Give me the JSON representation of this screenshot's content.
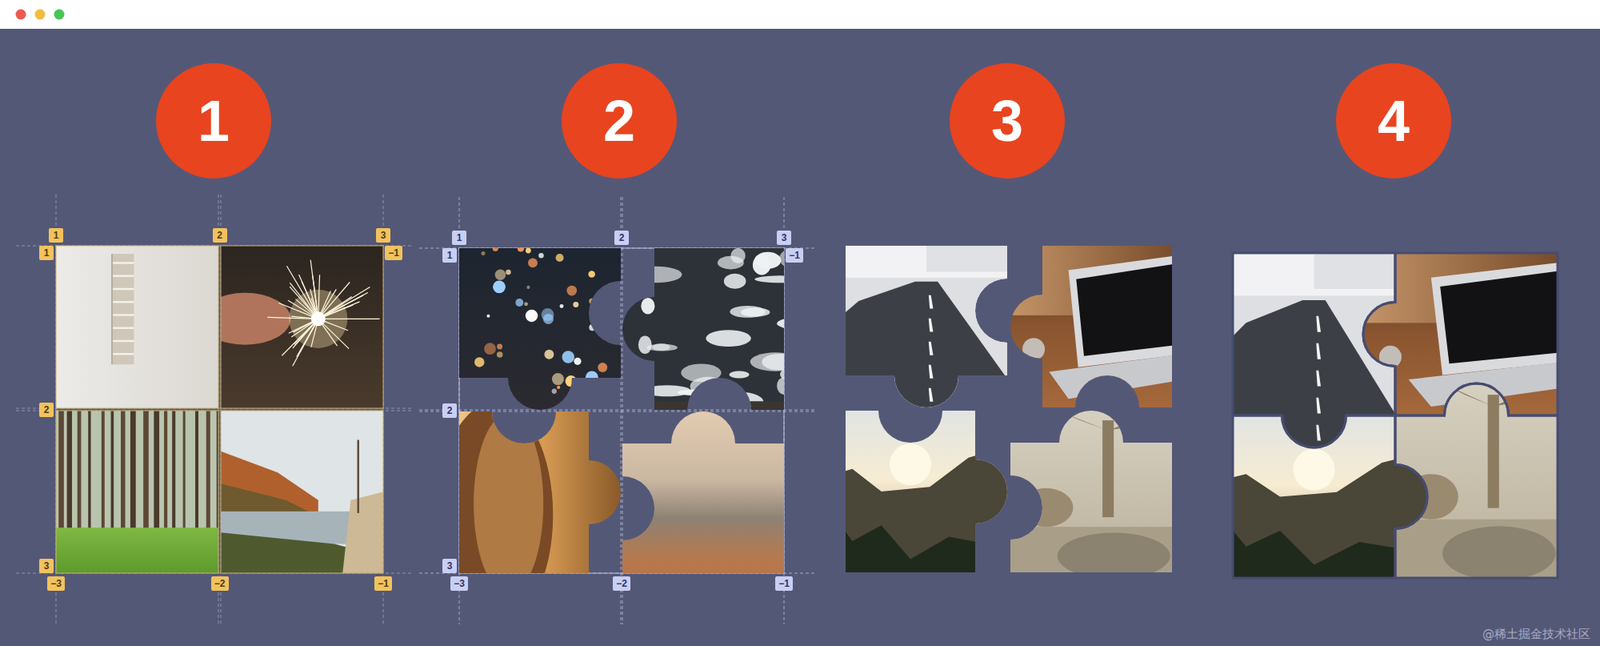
{
  "diagram": {
    "nodes": [
      {
        "text": [
          "1"
        ]
      },
      {
        "text": [
          "2"
        ]
      },
      {
        "text": [
          "3"
        ]
      },
      {
        "text": [
          "4"
        ]
      },
      {
        "text": [
          "1"
        ]
      },
      {
        "text": [
          "2"
        ]
      },
      {
        "text": [
          "3"
        ]
      },
      {
        "text": [
          "1"
        ]
      },
      {
        "text": [
          "−1"
        ]
      },
      {
        "text": [
          "2"
        ]
      },
      {
        "text": [
          "3"
        ]
      },
      {
        "text": [
          "−3"
        ]
      },
      {
        "text": [
          "−2"
        ]
      },
      {
        "text": [
          "−1"
        ]
      },
      {
        "text": [
          "1"
        ]
      },
      {
        "text": [
          "2"
        ]
      },
      {
        "text": [
          "3"
        ]
      },
      {
        "text": [
          "1"
        ]
      },
      {
        "text": [
          "−1"
        ]
      },
      {
        "text": [
          "2"
        ]
      },
      {
        "text": [
          "3"
        ]
      },
      {
        "text": [
          "−3"
        ]
      },
      {
        "text": [
          "−2"
        ]
      },
      {
        "text": [
          "−1"
        ]
      }
    ],
    "labels": [
      "@稀土掘金技术社区"
    ]
  }
}
